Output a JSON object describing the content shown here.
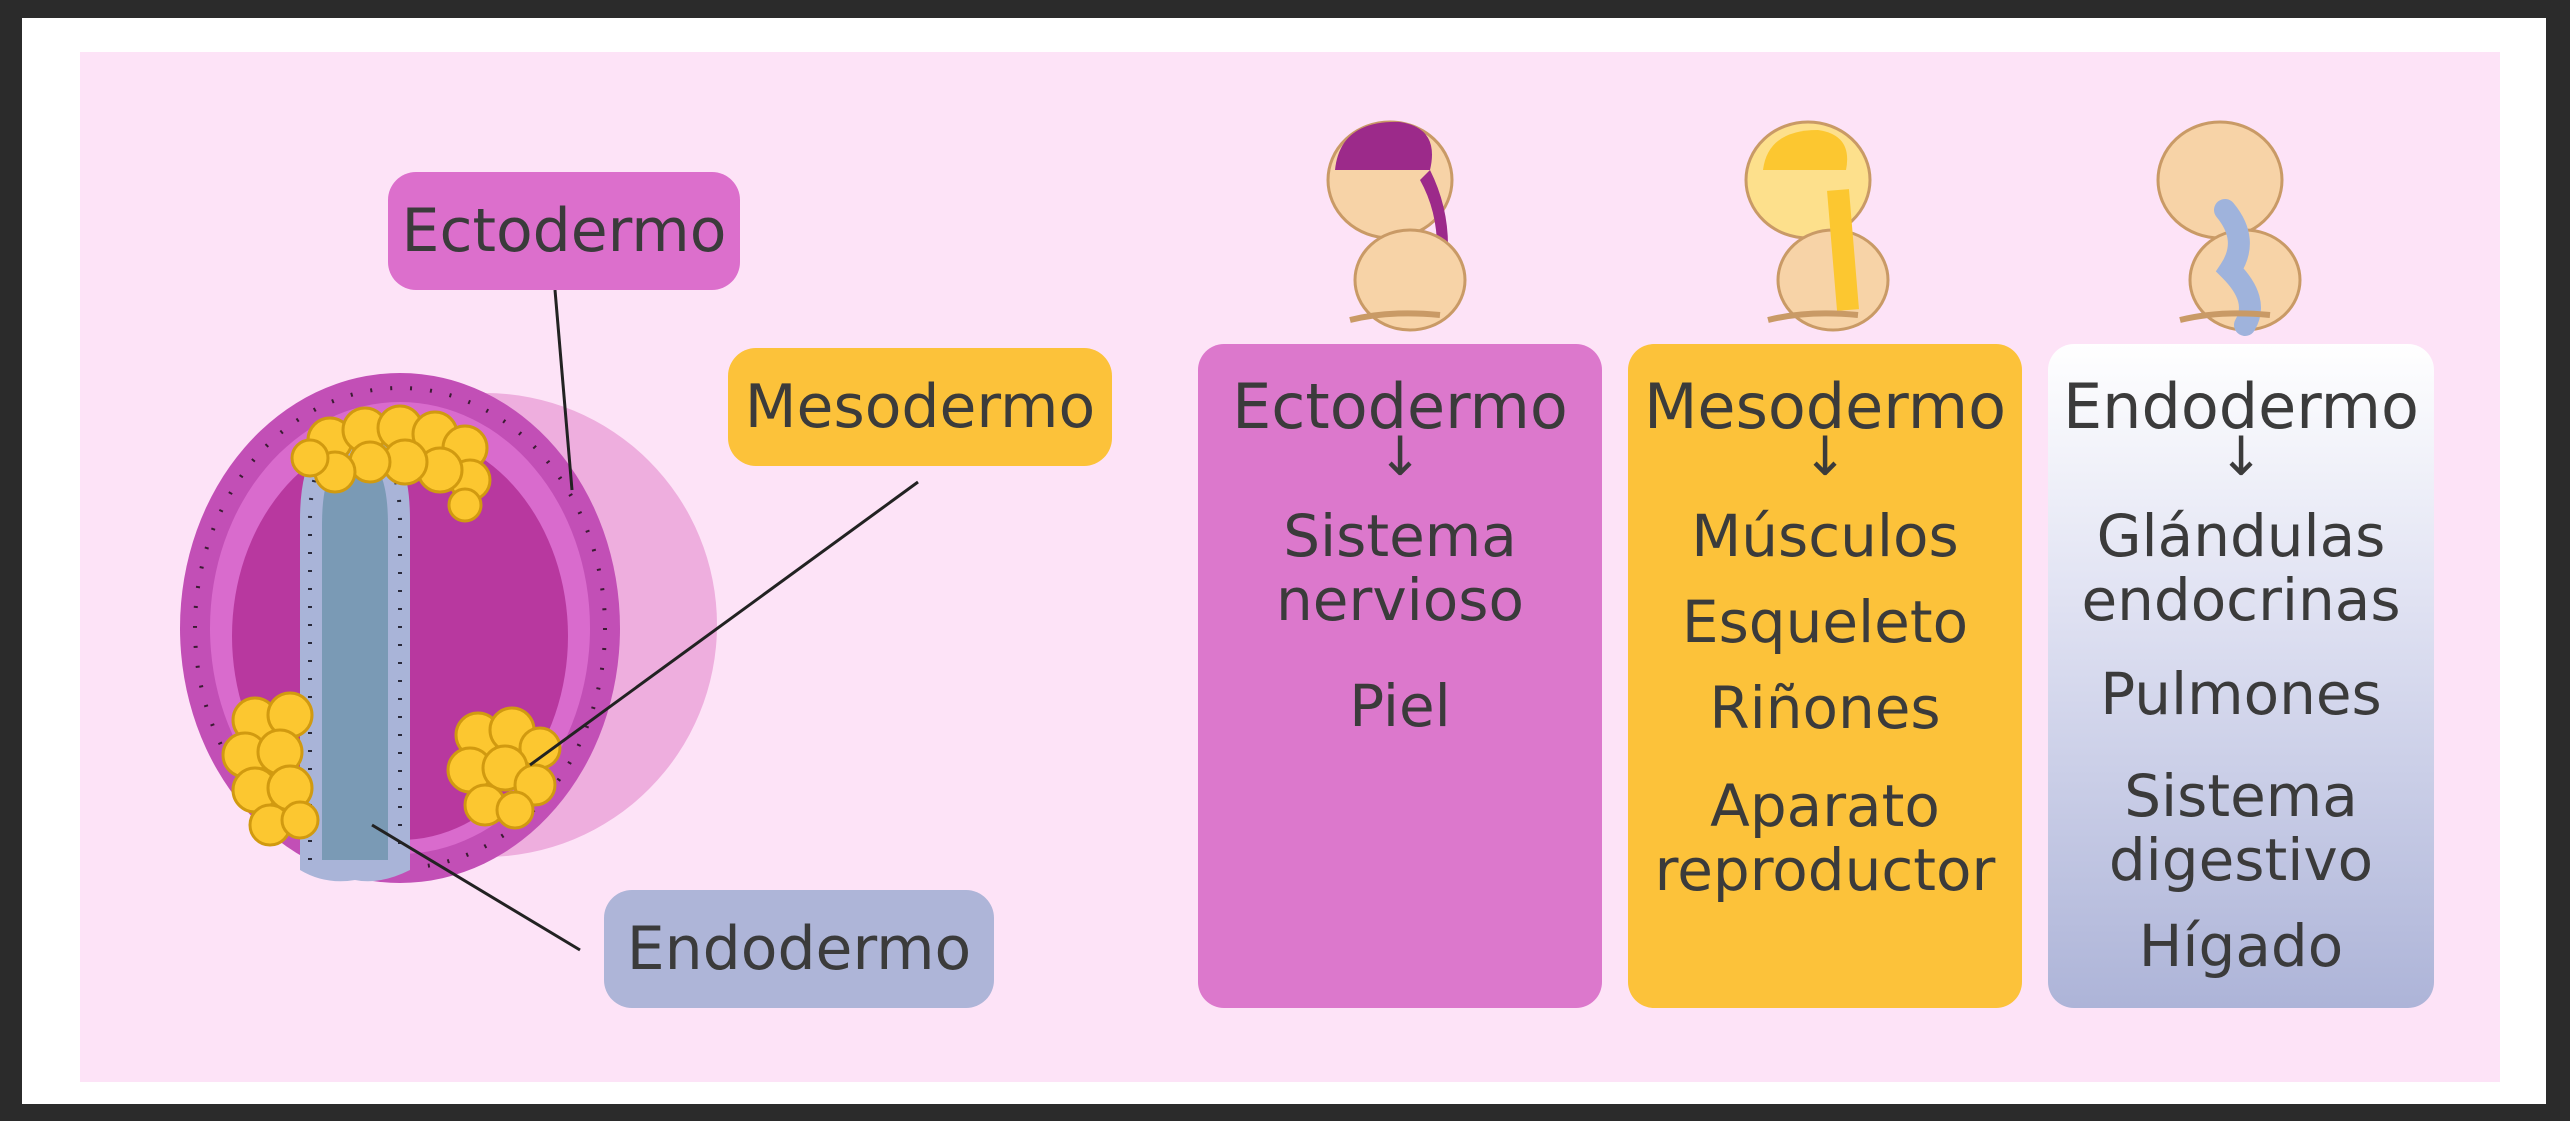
{
  "diagram": {
    "labels": {
      "ectodermo": "Ectodermo",
      "mesodermo": "Mesodermo",
      "endodermo": "Endodermo"
    },
    "columns": [
      {
        "title": "Ectodermo",
        "arrow": "↓",
        "items": [
          "Sistema\nnervioso",
          "Piel"
        ],
        "color": "#dc78cc"
      },
      {
        "title": "Mesodermo",
        "arrow": "↓",
        "items": [
          "Músculos",
          "Esqueleto",
          "Riñones",
          "Aparato\nreproductor"
        ],
        "color": "#fcc23a"
      },
      {
        "title": "Endodermo",
        "arrow": "↓",
        "items": [
          "Glándulas\nendocrinas",
          "Pulmones",
          "Sistema\ndigestivo",
          "Hígado"
        ],
        "color": "#adb4d8"
      }
    ],
    "colors": {
      "background": "#fde3f7",
      "ectoderm": "#dc6fcc",
      "mesoderm": "#fcc23a",
      "endoderm": "#aeb5d8"
    }
  }
}
